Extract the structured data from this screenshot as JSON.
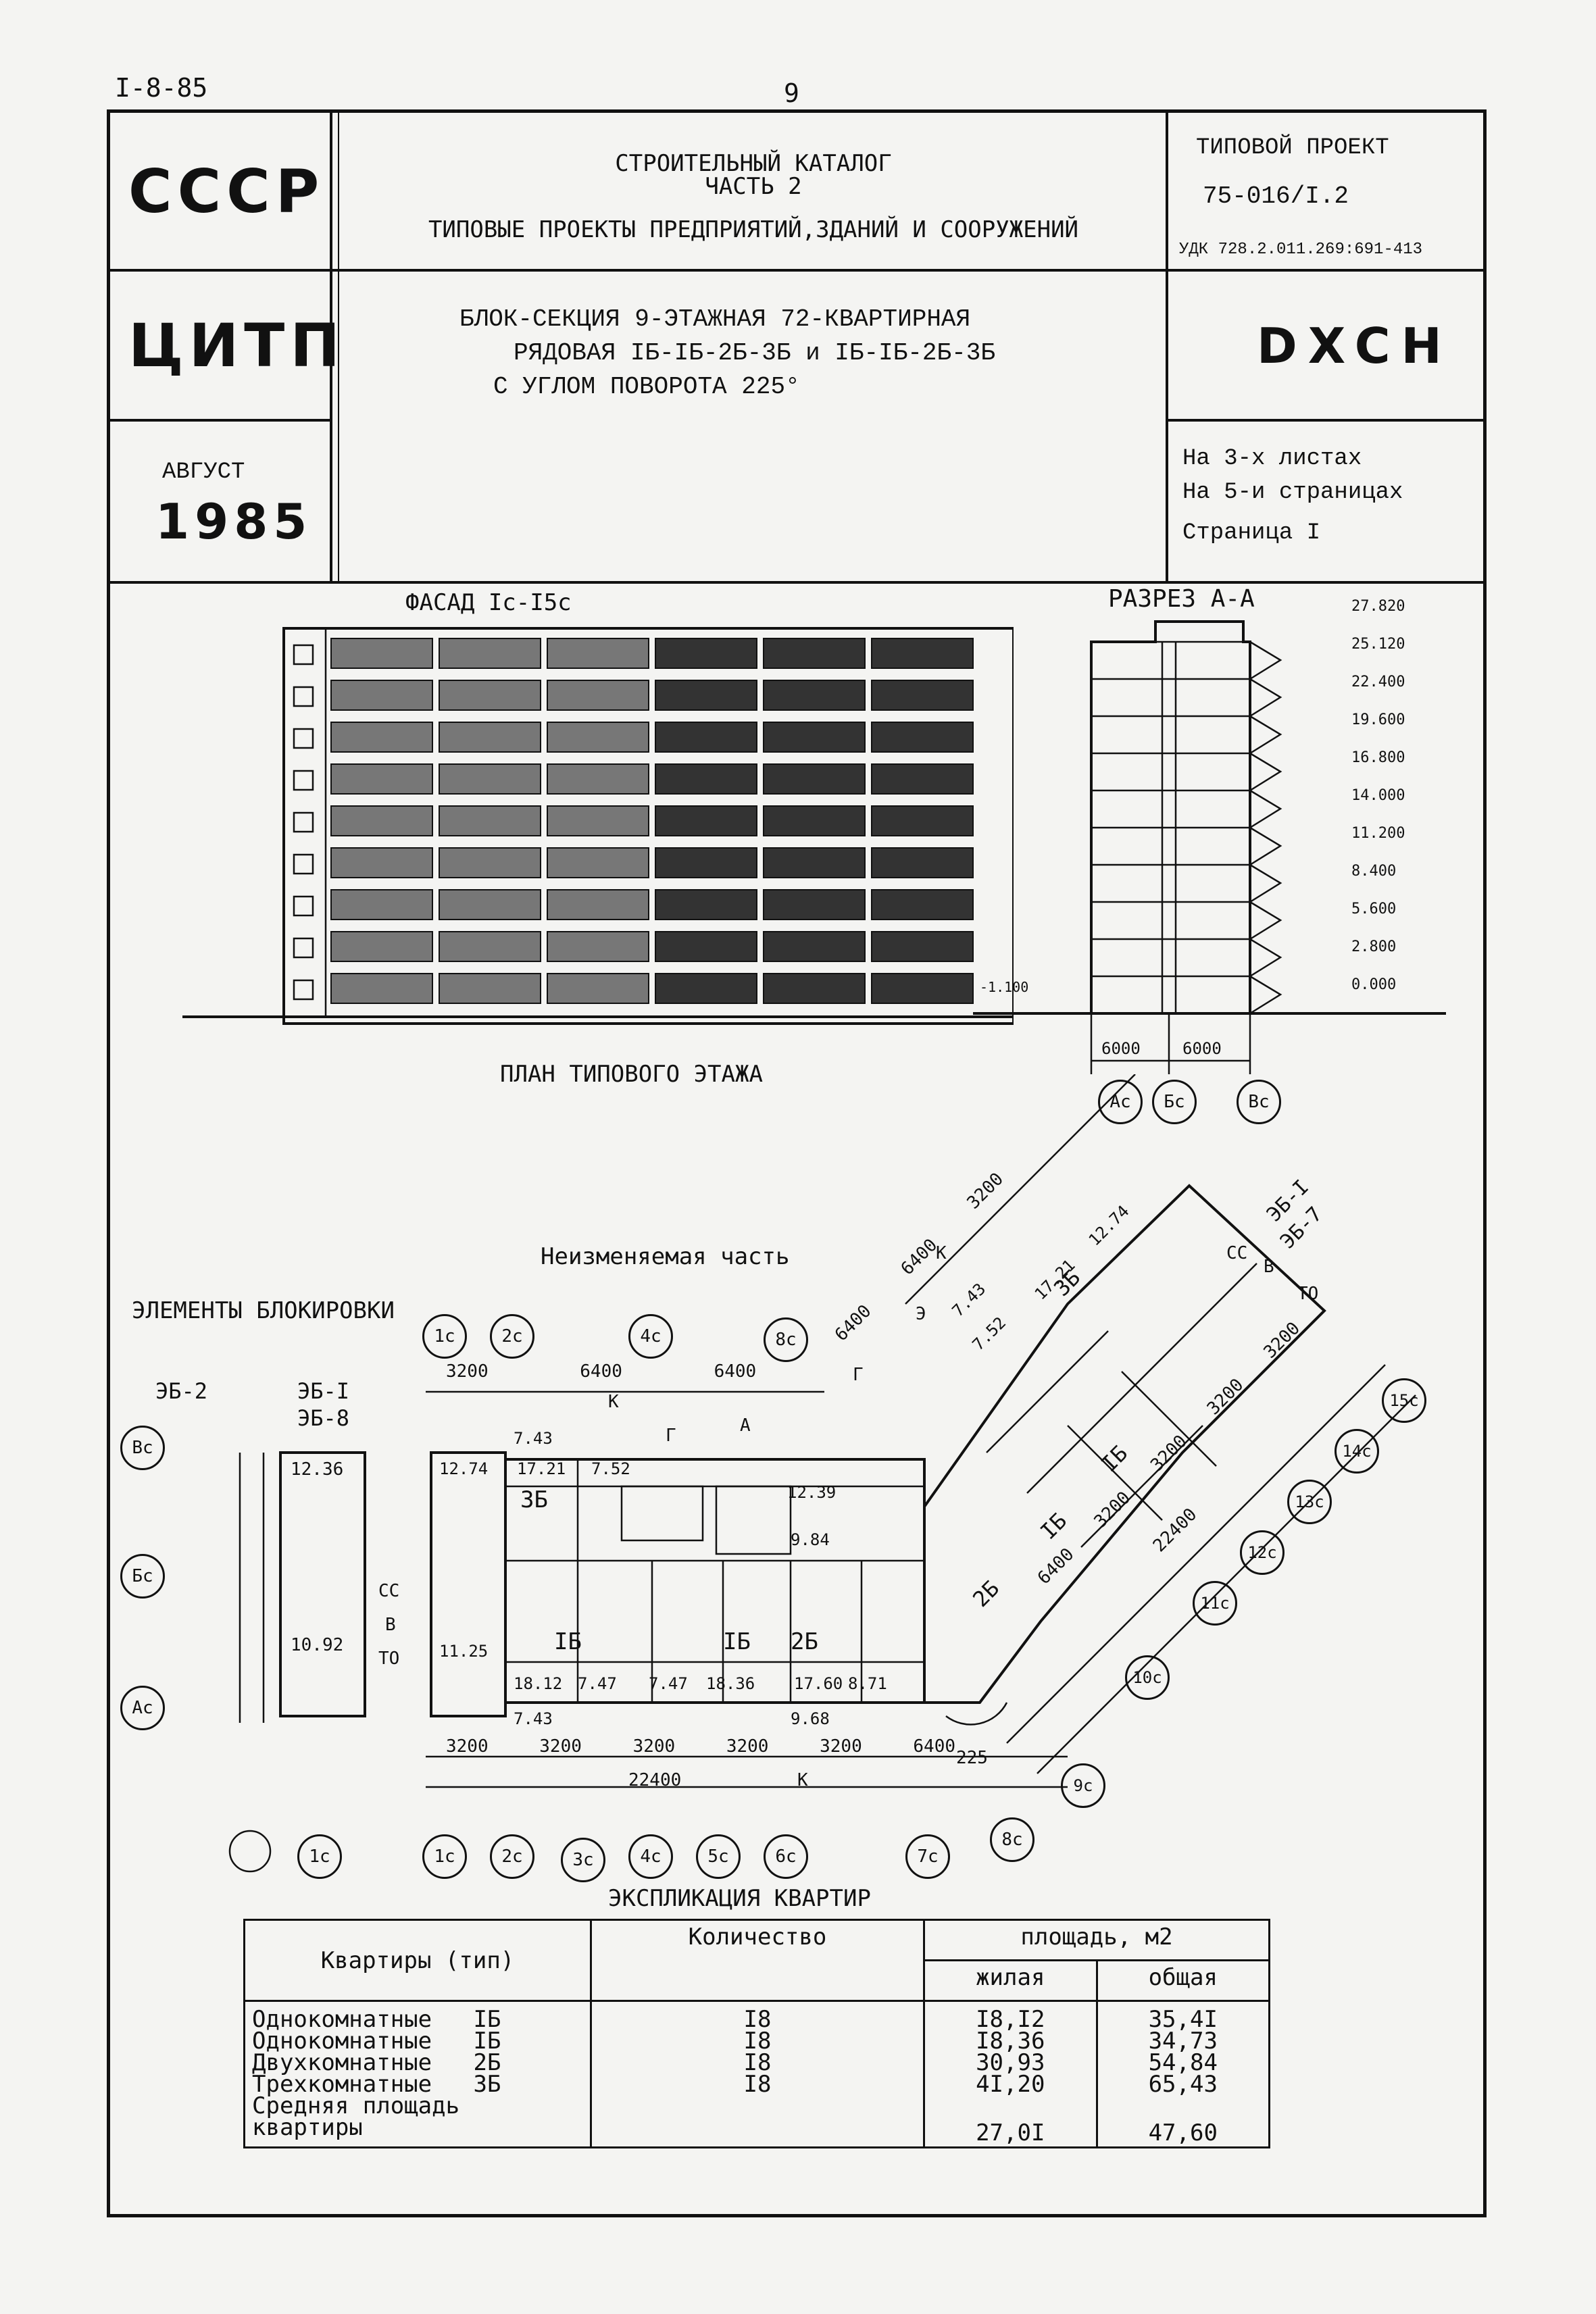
{
  "doc_code": "I-8-85",
  "page_number": "9",
  "header": {
    "org_top": "СССР",
    "org_mid": "ЦИТП",
    "date_month": "АВГУСТ",
    "date_year": "1985",
    "catalog_title": "СТРОИТЕЛЬНЫЙ КАТАЛОГ",
    "catalog_part": "ЧАСТЬ 2",
    "catalog_subtitle": "ТИПОВЫЕ ПРОЕКТЫ ПРЕДПРИЯТИЙ,ЗДАНИЙ И СООРУЖЕНИЙ",
    "project_label": "ТИПОВОЙ ПРОЕКТ",
    "project_number": "75-016/I.2",
    "udk": "УДК 728.2.011.269:691-413",
    "section_title_1": "БЛОК-СЕКЦИЯ 9-ЭТАЖНАЯ 72-КВАРТИРНАЯ",
    "section_title_2": "РЯДОВАЯ IБ-IБ-2Б-3Б и IБ-IБ-2Б-3Б",
    "section_title_3": "С УГЛОМ ПОВОРОТА 225°",
    "code": "DXCH",
    "sheets": "На 3-х листах",
    "pages": "На 5-и страницах",
    "page": "Страница I"
  },
  "drawings": {
    "facade_title": "ФАСАД Iс-I5с",
    "section_title": "РАЗРЕЗ А-А",
    "levels": [
      "27.820",
      "25.120",
      "22.400",
      "19.600",
      "16.800",
      "14.000",
      "11.200",
      "8.400",
      "5.600",
      "2.800",
      "0.000"
    ],
    "ground_level": "-1.100",
    "section_dims": [
      "6000",
      "6000"
    ],
    "section_axes": [
      "Ас",
      "Бс",
      "Вс"
    ],
    "plan_title": "ПЛАН ТИПОВОГО ЭТАЖА",
    "unchanged_part": "Неизменяемая часть",
    "blocking_elements": "ЭЛЕМЕНТЫ БЛОКИРОВКИ",
    "element_labels": [
      "ЭБ-2",
      "ЭБ-I",
      "ЭБ-8",
      "ЭБ-I",
      "ЭБ-7"
    ],
    "plan_axes_bottom": [
      "1с",
      "2с",
      "3с",
      "4с",
      "5с",
      "6с",
      "7с",
      "8с"
    ],
    "plan_axes_top": [
      "1с",
      "2с",
      "4с",
      "8с"
    ],
    "plan_axes_rot": [
      "9с",
      "10с",
      "11с",
      "12с",
      "13с",
      "14с",
      "15с"
    ],
    "plan_axes_left": [
      "Вс",
      "Бс",
      "Ас"
    ],
    "plan_dims_bottom": [
      "3200",
      "3200",
      "3200",
      "3200",
      "3200",
      "6400"
    ],
    "plan_dims_top": [
      "3200",
      "6400",
      "6400"
    ],
    "plan_total": "22400",
    "rot_dims": [
      "6400",
      "3200",
      "3200",
      "3200",
      "3200"
    ],
    "rot_total": "22400",
    "rot_dims_upper": [
      "6400",
      "6400",
      "3200"
    ],
    "angle": "225",
    "apartment_tags": [
      "3Б",
      "IБ",
      "IБ",
      "2Б",
      "2Б",
      "IБ",
      "IБ",
      "3Б"
    ],
    "room_areas": [
      "12.36",
      "10.92",
      "12.74",
      "11.25",
      "17.21",
      "7.52",
      "7.43",
      "18.12",
      "7.47",
      "7.47",
      "18.36",
      "17.60",
      "8.71",
      "12.39",
      "9.84",
      "7.43",
      "9.68",
      "12.74",
      "17.21",
      "7.52",
      "7.43"
    ],
    "plan_letters": [
      "СС",
      "В",
      "ТО",
      "К",
      "Г",
      "А",
      "К",
      "К",
      "Г",
      "В",
      "ТО",
      "СС",
      "Э"
    ]
  },
  "explication": {
    "title": "ЭКСПЛИКАЦИЯ КВАРТИР",
    "col_type": "Квартиры (тип)",
    "col_count": "Количество",
    "col_area": "площадь, м2",
    "col_living": "жилая",
    "col_total": "общая",
    "rows": [
      {
        "name": "Однокомнатные",
        "type": "IБ",
        "count": "I8",
        "living": "I8,I2",
        "total": "35,4I"
      },
      {
        "name": "Однокомнатные",
        "type": "IБ",
        "count": "I8",
        "living": "I8,36",
        "total": "34,73"
      },
      {
        "name": "Двухкомнатные",
        "type": "2Б",
        "count": "I8",
        "living": "30,93",
        "total": "54,84"
      },
      {
        "name": "Трехкомнатные",
        "type": "3Б",
        "count": "I8",
        "living": "4I,20",
        "total": "65,43"
      }
    ],
    "avg_label_1": "Средняя площадь",
    "avg_label_2": "квартиры",
    "avg_living": "27,0I",
    "avg_total": "47,60"
  }
}
